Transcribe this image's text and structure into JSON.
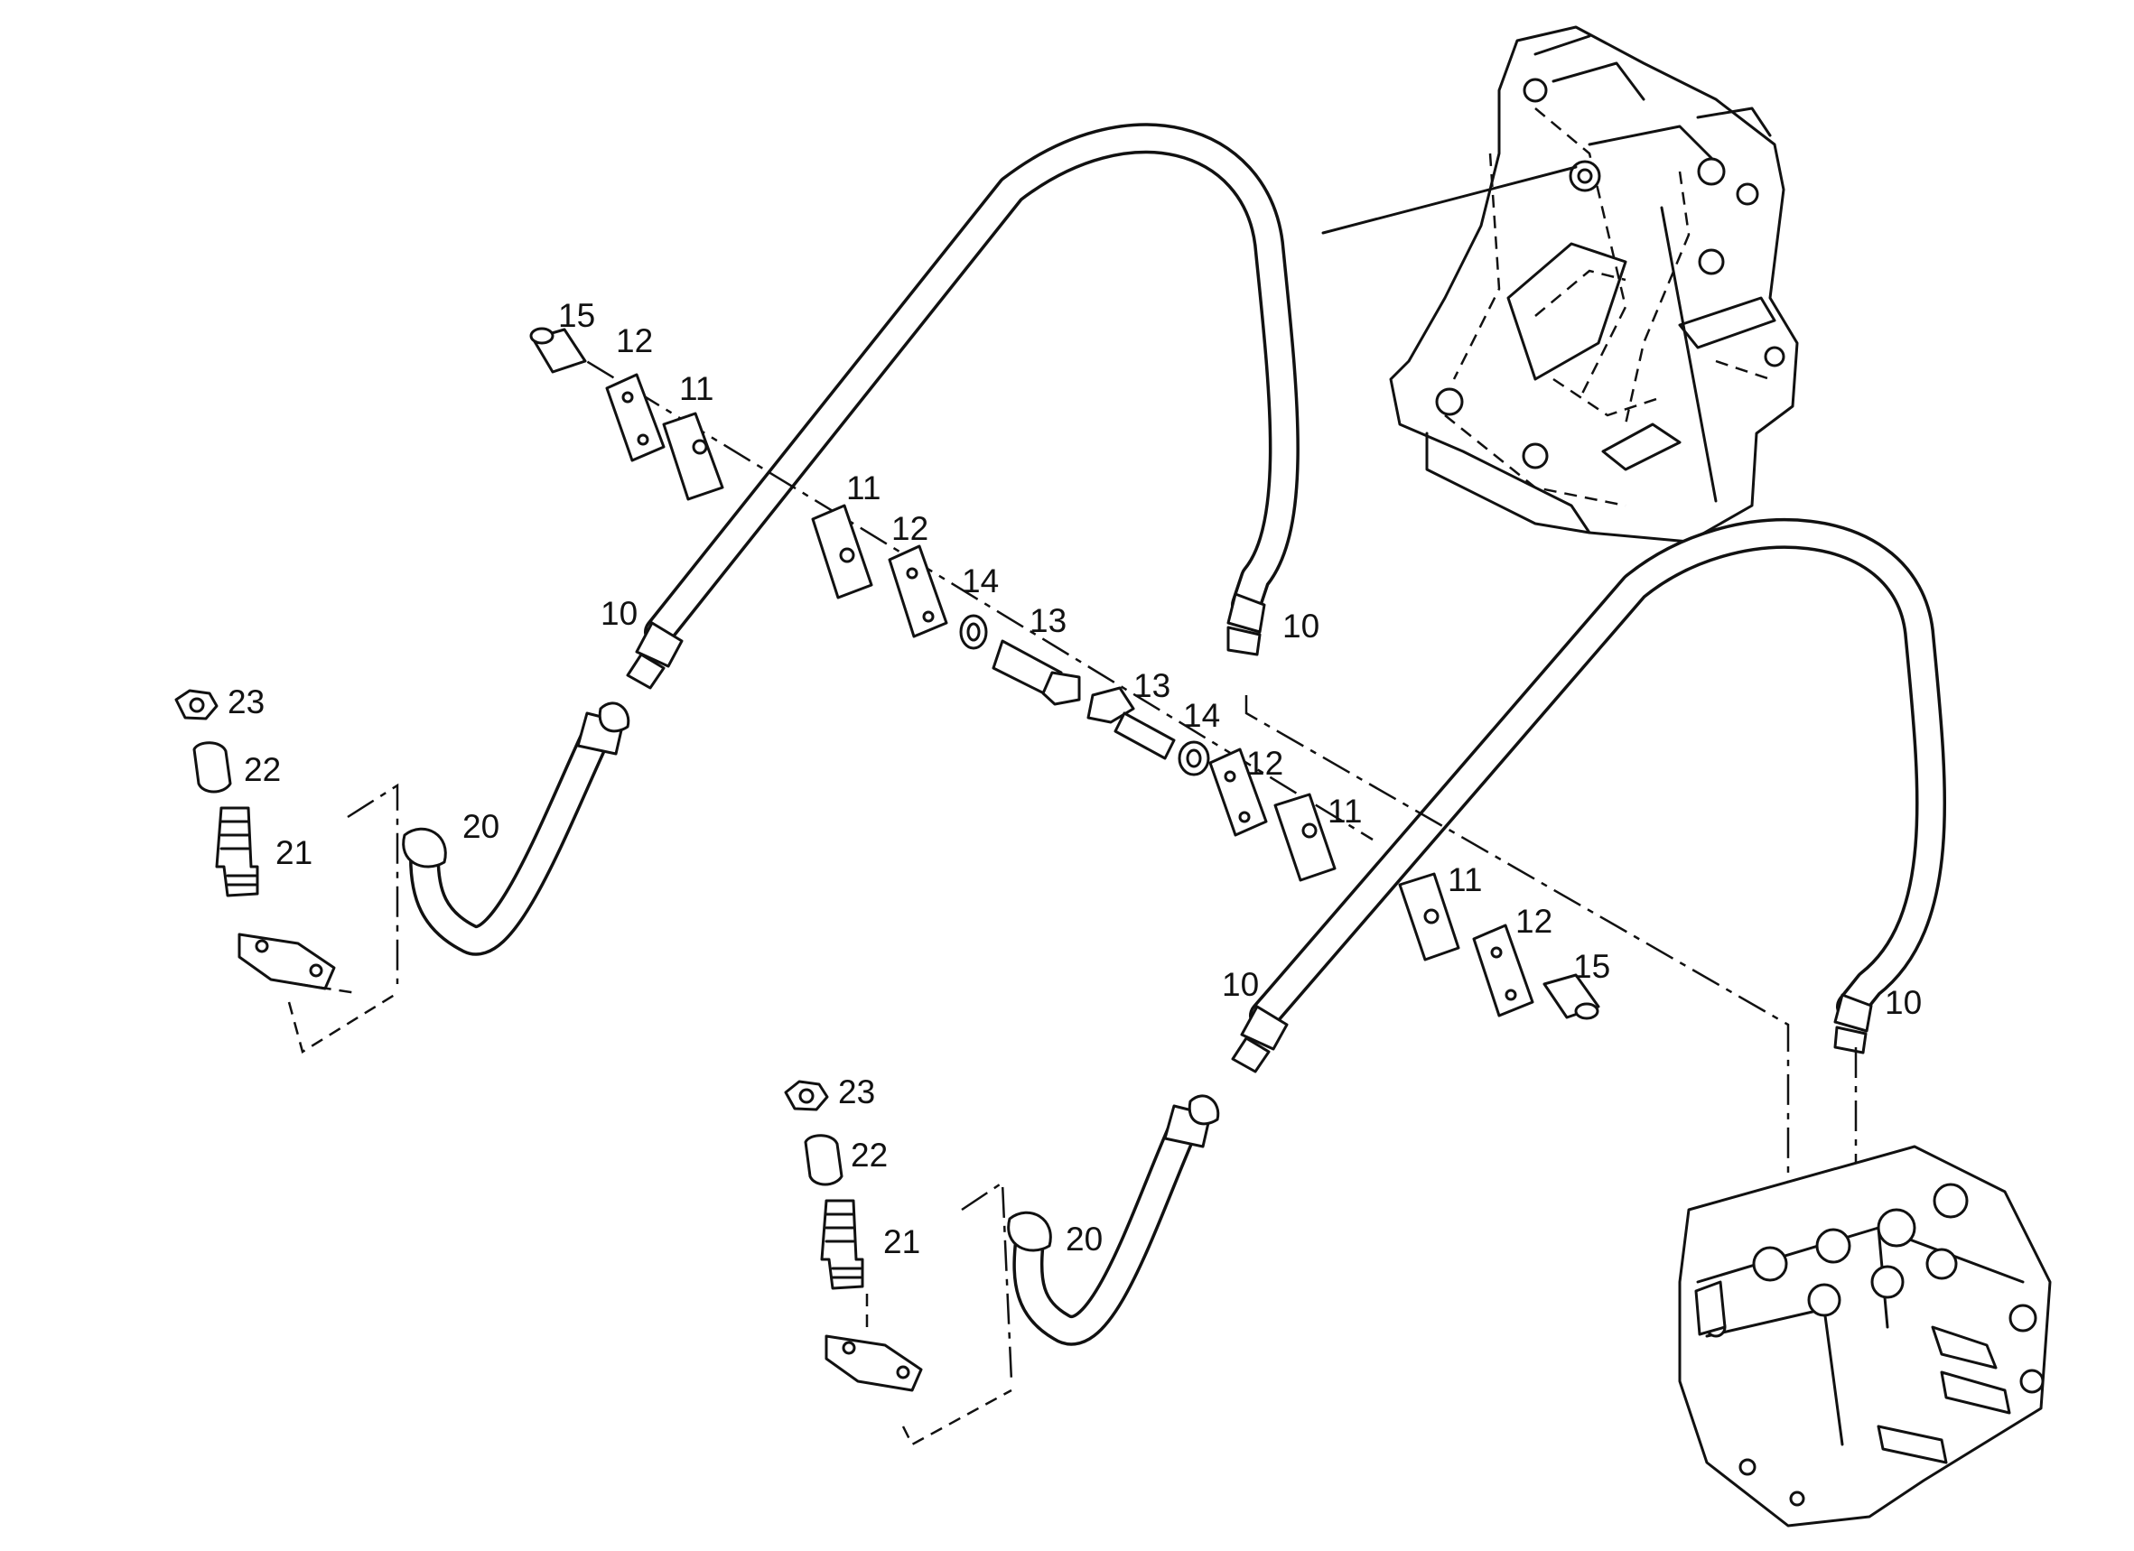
{
  "diagram": {
    "callouts": [
      {
        "id": "c10a",
        "text": "10"
      },
      {
        "id": "c10b",
        "text": "10"
      },
      {
        "id": "c10c",
        "text": "10"
      },
      {
        "id": "c10d",
        "text": "10"
      },
      {
        "id": "c11a",
        "text": "11"
      },
      {
        "id": "c11b",
        "text": "11"
      },
      {
        "id": "c11c",
        "text": "11"
      },
      {
        "id": "c11d",
        "text": "11"
      },
      {
        "id": "c12a",
        "text": "12"
      },
      {
        "id": "c12b",
        "text": "12"
      },
      {
        "id": "c12c",
        "text": "12"
      },
      {
        "id": "c12d",
        "text": "12"
      },
      {
        "id": "c13a",
        "text": "13"
      },
      {
        "id": "c13b",
        "text": "13"
      },
      {
        "id": "c14a",
        "text": "14"
      },
      {
        "id": "c14b",
        "text": "14"
      },
      {
        "id": "c15a",
        "text": "15"
      },
      {
        "id": "c15b",
        "text": "15"
      },
      {
        "id": "c20a",
        "text": "20"
      },
      {
        "id": "c20b",
        "text": "20"
      },
      {
        "id": "c21a",
        "text": "21"
      },
      {
        "id": "c21b",
        "text": "21"
      },
      {
        "id": "c22a",
        "text": "22"
      },
      {
        "id": "c22b",
        "text": "22"
      },
      {
        "id": "c23a",
        "text": "23"
      },
      {
        "id": "c23b",
        "text": "23"
      }
    ]
  }
}
